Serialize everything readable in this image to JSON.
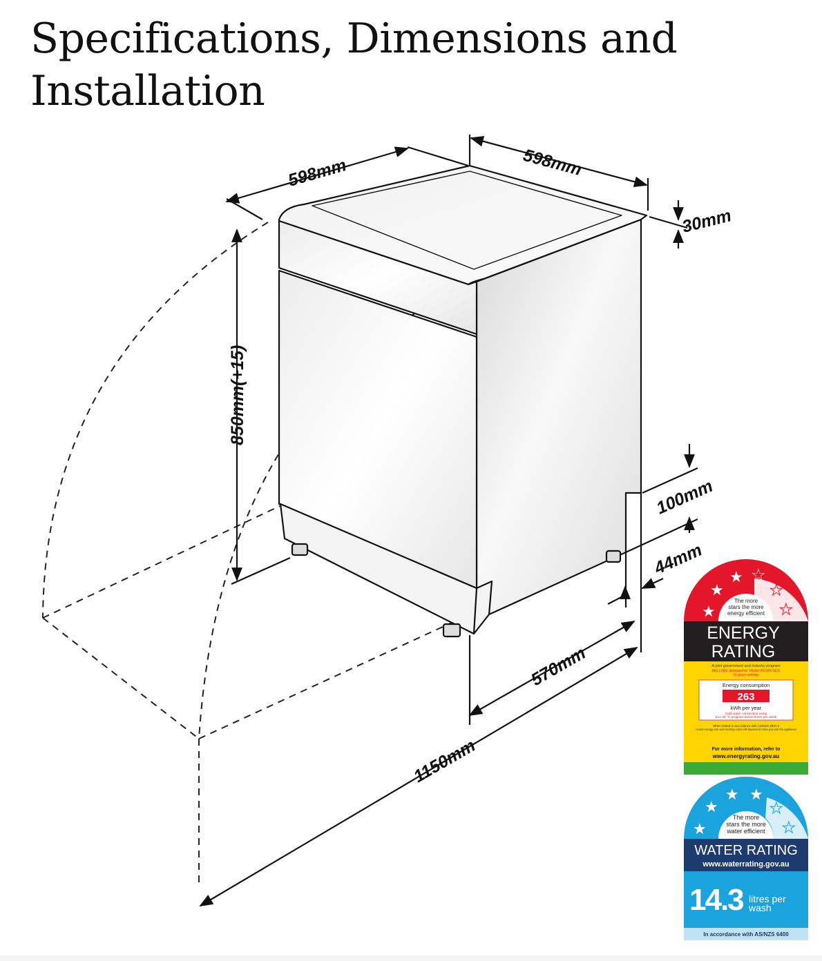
{
  "page": {
    "title": "Specifications, Dimensions and Installation"
  },
  "dimensions": {
    "width_left": "598mm",
    "width_right": "598mm",
    "top_thickness": "30mm",
    "height": "850mm(+15)",
    "kick_height": "100mm",
    "kick_depth": "44mm",
    "depth": "570mm",
    "door_open_depth": "1150mm"
  },
  "energy_label": {
    "top_text": [
      "The more",
      "stars the more",
      "energy efficient"
    ],
    "heading_1": "ENERGY",
    "heading_2": "RATING",
    "program_line": "A joint government and industry program",
    "model_line": "BELLING dishwasher Model BD16FSDX",
    "settings_line": "16 place settings",
    "consumption_label": "Energy consumption",
    "consumption_value": "263",
    "consumption_unit": "kWh per year",
    "note_1": "Cold water connection using",
    "note_2": "Eco 45 °C program seven times per week",
    "test_1": "When tested in accordance with AS/NZS 2007.2",
    "test_2": "Actual energy use and running costs will depend on how you use the appliance",
    "info_1": "For more information, refer to",
    "info_2": "www.energyrating.gov.au",
    "stars_filled": 3,
    "stars_total": 6,
    "colors": {
      "red": "#e4172a",
      "black": "#231f20",
      "yellow": "#ffd400",
      "green": "#3aa935"
    }
  },
  "water_label": {
    "top_text": [
      "The more",
      "stars the more",
      "water efficient"
    ],
    "heading": "WATER RATING",
    "url": "www.waterrating.gov.au",
    "value": "14.3",
    "unit_1": "litres per",
    "unit_2": "wash",
    "footer": "In accordance with AS/NZS 6400",
    "stars_filled": 4,
    "stars_total": 6,
    "colors": {
      "blue": "#1aa3dd",
      "dark": "#1d3b6f",
      "light": "#bfe3f5"
    }
  }
}
